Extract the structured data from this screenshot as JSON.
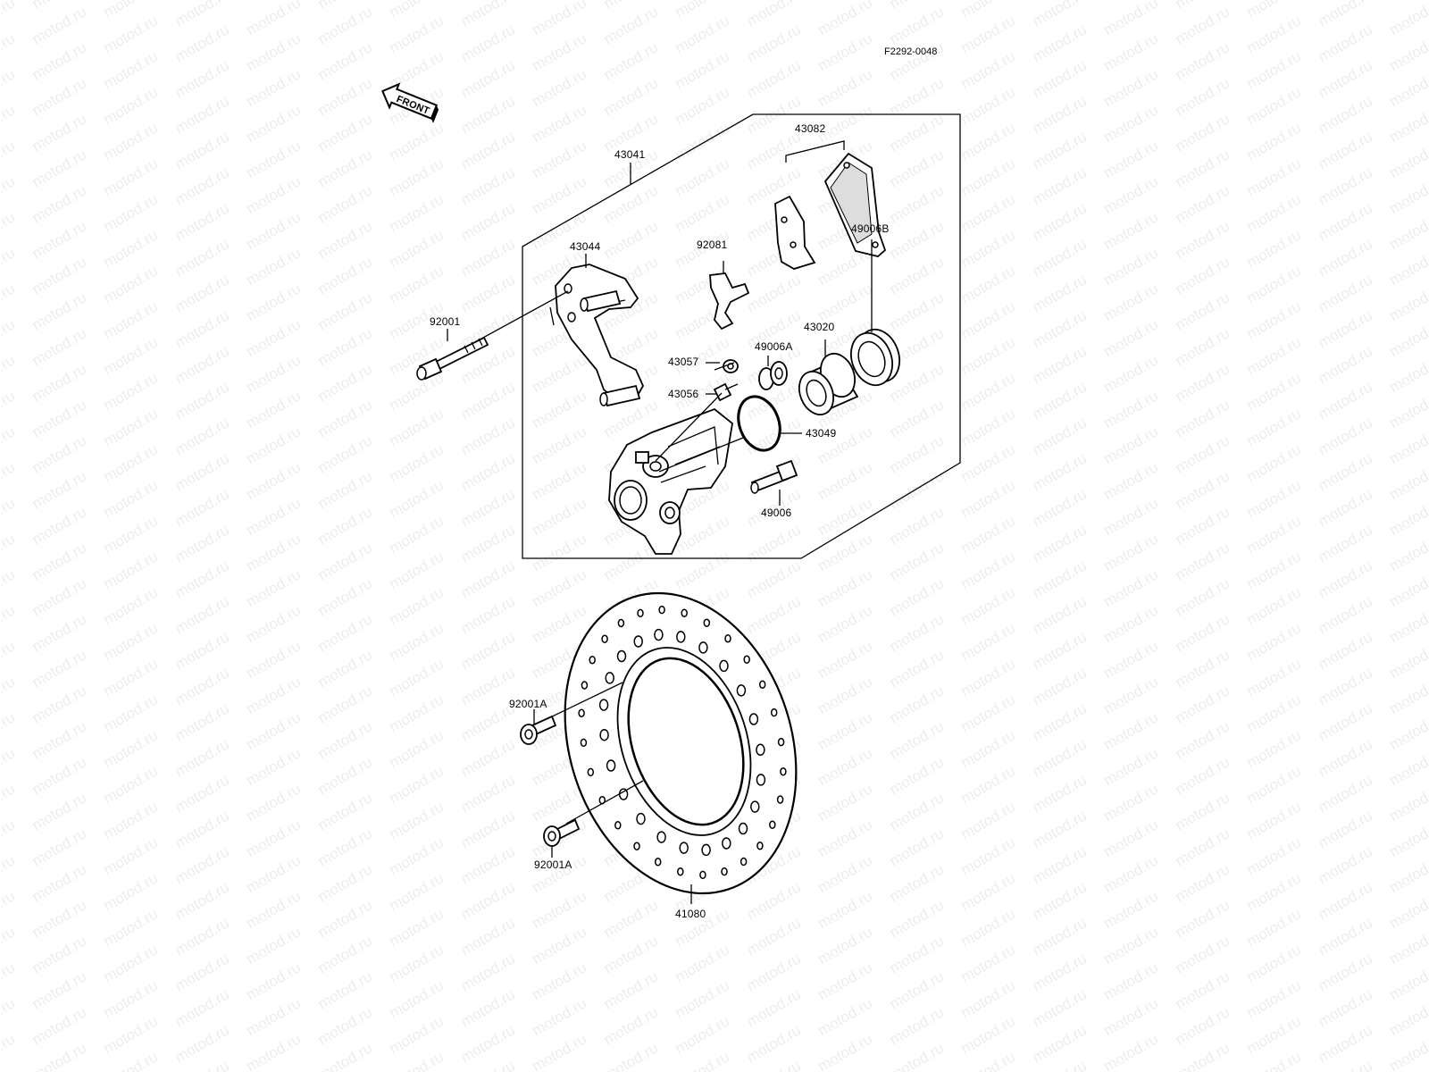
{
  "diagram": {
    "reference_code": "F2292-0048",
    "direction_label": "FRONT",
    "watermark_text": "motod.ru",
    "parts": {
      "caliper_assembly": "43041",
      "pad_set": "43082",
      "caliper_holder": "43044",
      "caliper_bolt": "92001",
      "pad_spring": "92081",
      "piston": "43020",
      "dust_seal_b": "49006B",
      "boot_a": "49006A",
      "bleed_cap": "43057",
      "bleed_valve": "43056",
      "piston_seal": "43049",
      "slide_pin": "49006",
      "disc_bolt_upper": "92001A",
      "disc_bolt_lower": "92001A",
      "brake_disc": "41080"
    }
  }
}
